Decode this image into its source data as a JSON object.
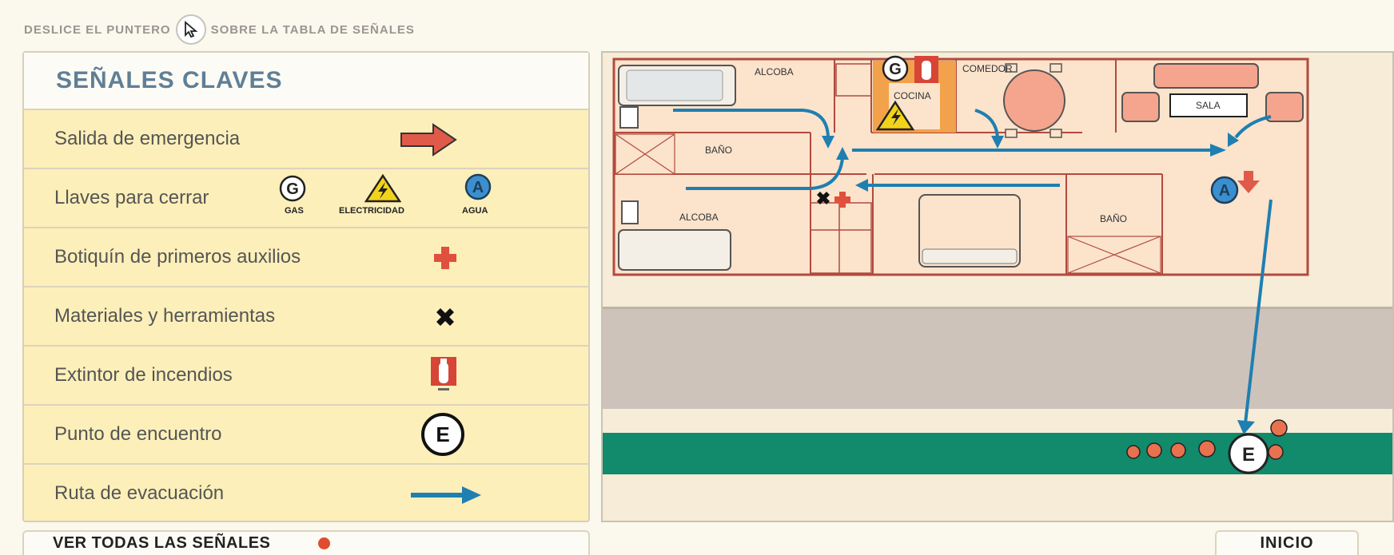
{
  "instruction": {
    "before": "DESLICE EL PUNTERO",
    "after": "SOBRE LA TABLA DE SEÑALES"
  },
  "panel": {
    "title": "SEÑALES CLAVES",
    "items": [
      {
        "label": "Salida de emergencia",
        "icon": "red-arrow-icon"
      },
      {
        "label": "Llaves para cerrar",
        "icon": "shutoff-keys-icons",
        "sub": [
          "GAS",
          "ELECTRICIDAD",
          "AGUA"
        ]
      },
      {
        "label": "Botiquín de primeros auxilios",
        "icon": "red-cross-icon"
      },
      {
        "label": "Materiales y herramientas",
        "icon": "black-x-icon"
      },
      {
        "label": "Extintor de incendios",
        "icon": "fire-extinguisher-icon"
      },
      {
        "label": "Punto de encuentro",
        "icon": "meeting-point-icon"
      },
      {
        "label": "Ruta de evacuación",
        "icon": "blue-arrow-icon"
      }
    ],
    "symbols": {
      "gas": "G",
      "agua": "A",
      "encuentro": "E"
    }
  },
  "buttons": {
    "ver_todas": "VER TODAS LAS SEÑALES",
    "inicio": "INICIO"
  },
  "map": {
    "rooms": {
      "alcoba_top": "ALCOBA",
      "cocina": "COCINA",
      "comedor": "COMEDOR",
      "sala": "SALA",
      "bano_left": "BAÑO",
      "alcoba_bottom": "ALCOBA",
      "bano_right": "BAÑO"
    },
    "markers": {
      "gas": "G",
      "agua": "A",
      "encuentro": "E"
    }
  },
  "colors": {
    "emergency_exit": "#e05a4a",
    "evacuation_route": "#1f7fb0",
    "gas_ring": "#222222",
    "water": "#3b8fcf",
    "electric": "#f2d31b",
    "street": "#128a6c",
    "wall": "#b24a3e"
  }
}
